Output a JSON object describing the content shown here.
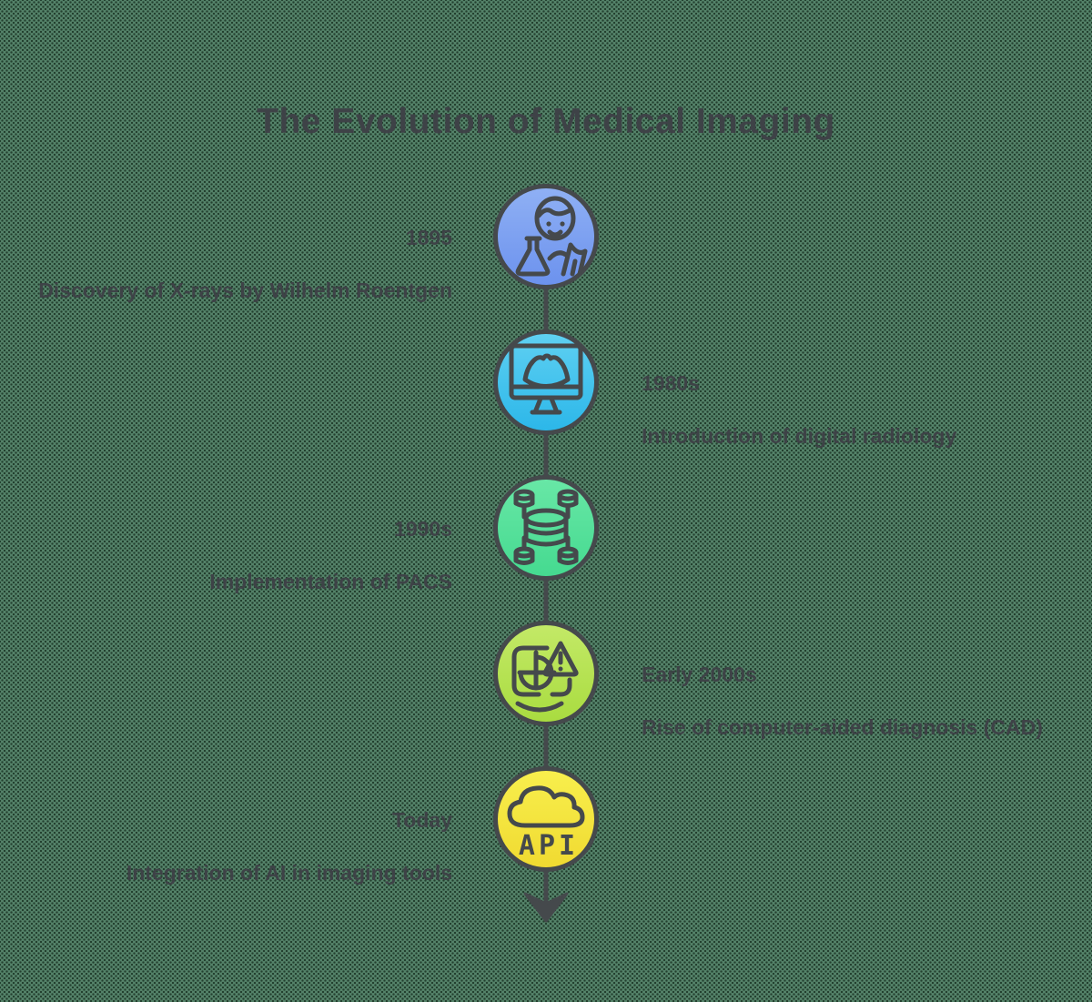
{
  "title": "The Evolution of Medical Imaging",
  "colors": {
    "background": "#55836a",
    "background_dot": "#23402f",
    "line": "#45494c",
    "text": "#3e4247"
  },
  "timeline": {
    "api_label": "API",
    "nodes": [
      {
        "year": "1895",
        "description": "Discovery of X-rays by Wilhelm Roentgen",
        "side": "left",
        "icon": "scientist-flask-icon",
        "color_top": "#8fb0f4",
        "color_bottom": "#6c92ee"
      },
      {
        "year": "1980s",
        "description": "Introduction of digital radiology",
        "side": "right",
        "icon": "ultrasound-monitor-icon",
        "color_top": "#5fd0f2",
        "color_bottom": "#2cb7e9"
      },
      {
        "year": "1990s",
        "description": "Implementation of PACS",
        "side": "left",
        "icon": "database-network-icon",
        "color_top": "#68e7a6",
        "color_bottom": "#45da90"
      },
      {
        "year": "Early 2000s",
        "description": "Rise of computer-aided diagnosis (CAD)",
        "side": "right",
        "icon": "cad-alert-icon",
        "color_top": "#c3e967",
        "color_bottom": "#a9dc40"
      },
      {
        "year": "Today",
        "description": "Integration of AI in imaging tools",
        "side": "left",
        "icon": "cloud-api-icon",
        "color_top": "#f8ef4d",
        "color_bottom": "#f0da31"
      }
    ]
  }
}
